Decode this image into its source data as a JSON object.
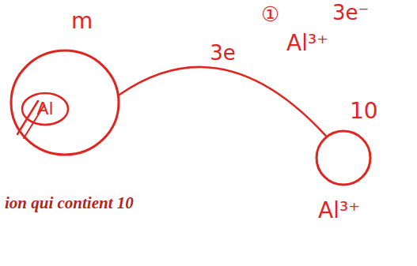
{
  "diagram": {
    "nodes": [
      {
        "text": [
          "m"
        ]
      },
      {
        "text": [
          "Al"
        ],
        "in": 0
      },
      {
        "text": [
          "10",
          "Al³⁺"
        ]
      }
    ],
    "edges": [
      {
        "from": 0,
        "to": 2,
        "label": "3e",
        "arrow": "none"
      }
    ],
    "labels": [
      "①",
      "3e⁻",
      "Al³⁺",
      "ion qui contient 10"
    ]
  }
}
